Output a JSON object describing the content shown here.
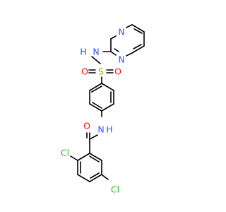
{
  "molecule": {
    "atoms": {
      "pyrimidine_n1": "N",
      "pyrimidine_n2": "N",
      "sulfonamide_nh": "N",
      "sulfonamide_h": "H",
      "sulfur": "S",
      "oxygen_left": "O",
      "oxygen_right": "O",
      "amide_nh": "N",
      "amide_h": "H",
      "carbonyl_o": "O",
      "chlorine_top": "Cl",
      "chlorine_bottom": "Cl"
    },
    "colors": {
      "carbon_bond": "#000000",
      "nitrogen": "#3050F8",
      "oxygen": "#FF0D0D",
      "sulfur": "#B8A100",
      "chlorine": "#1FBF1F"
    }
  }
}
